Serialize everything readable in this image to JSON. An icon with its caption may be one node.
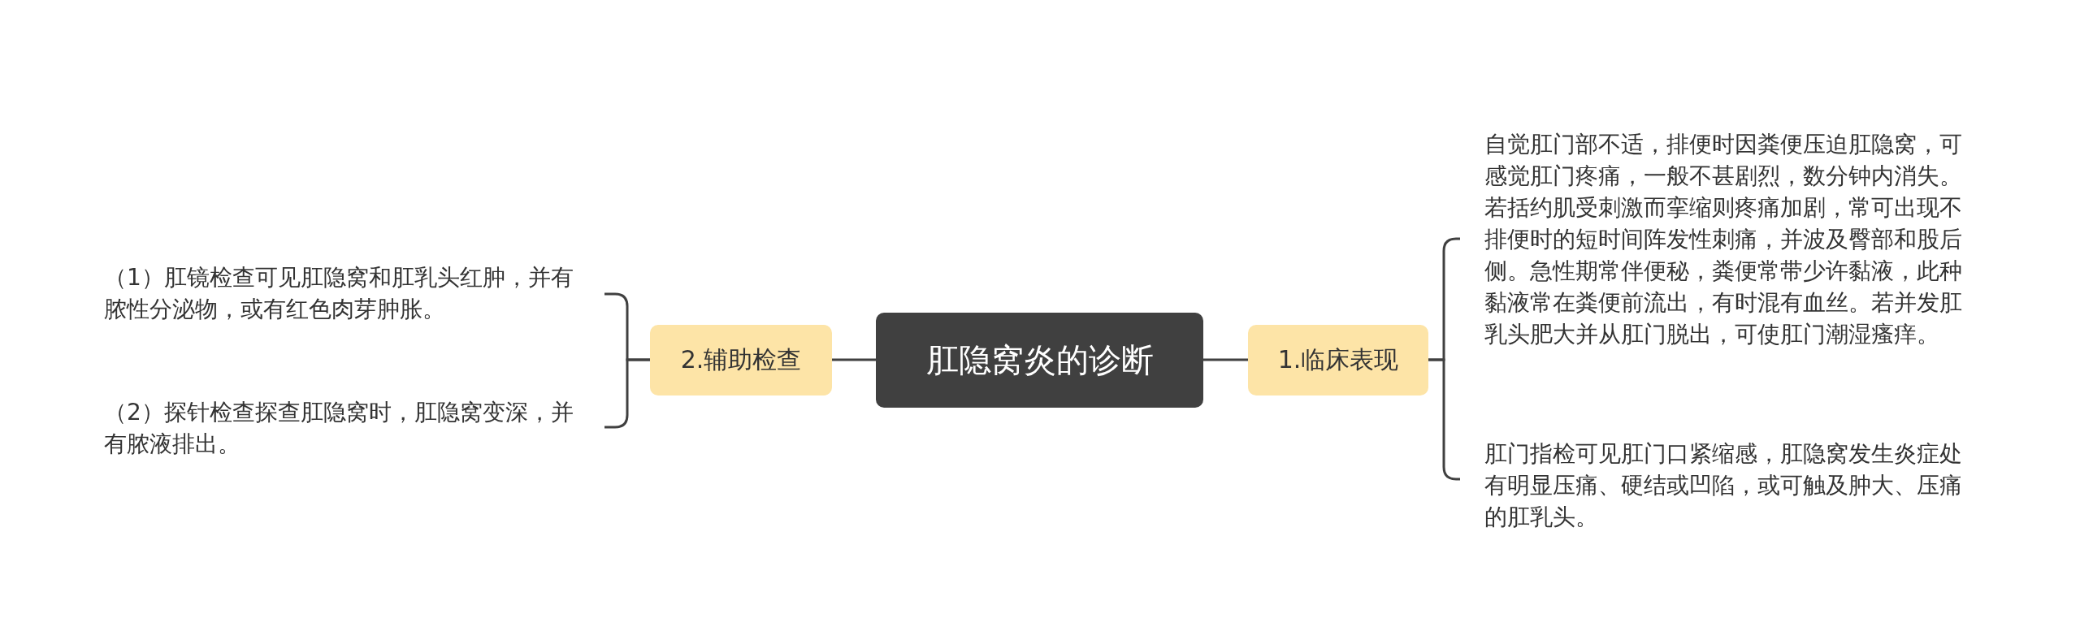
{
  "diagram": {
    "nodes": [
      {
        "text": [
          "肛隐窝炎的诊断"
        ]
      },
      {
        "text": [
          "1.临床表现"
        ]
      },
      {
        "text": [
          "自觉肛门部不适，排便时因粪便压迫肛隐窝，可感觉肛门疼痛，一般不甚剧烈，数分钟内消失。若括约肌受刺激而挛缩则疼痛加剧，常可出现不排便时的短时间阵发性刺痛，并波及臀部和股后侧。急性期常伴便秘，粪便常带少许黏液，此种黏液常在粪便前流出，有时混有血丝。若并发肛乳头肥大并从肛门脱出，可使肛门潮湿瘙痒。"
        ]
      },
      {
        "text": [
          "肛门指检可见肛门口紧缩感，肛隐窝发生炎症处有明显压痛、硬结或凹陷，或可触及肿大、压痛的肛乳头。"
        ]
      },
      {
        "text": [
          "2.辅助检查"
        ]
      },
      {
        "text": [
          "（1）肛镜检查可见肛隐窝和肛乳头红肿，并有脓性分泌物，或有红色肉芽肿胀。"
        ]
      },
      {
        "text": [
          "（2）探针检查探查肛隐窝时，肛隐窝变深，并有脓液排出。"
        ]
      }
    ],
    "edges": [
      {
        "from": 0,
        "to": 1,
        "arrow": "none"
      },
      {
        "from": 1,
        "to": 2,
        "arrow": "none"
      },
      {
        "from": 1,
        "to": 3,
        "arrow": "none"
      },
      {
        "from": 0,
        "to": 4,
        "arrow": "none"
      },
      {
        "from": 4,
        "to": 5,
        "arrow": "none"
      },
      {
        "from": 4,
        "to": 6,
        "arrow": "none"
      }
    ]
  }
}
